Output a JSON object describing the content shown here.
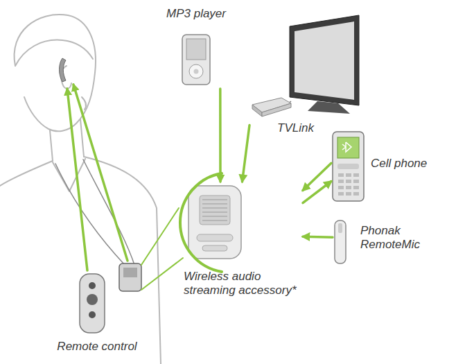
{
  "diagram": {
    "nodes": [
      {
        "text": [
          "MP3 player"
        ]
      },
      {
        "text": [
          "TVLink"
        ]
      },
      {
        "text": [
          "Cell phone"
        ]
      },
      {
        "text": [
          "Phonak RemoteMic"
        ]
      },
      {
        "text": [
          "Wireless audio streaming accessory*"
        ]
      },
      {
        "text": [
          "Remote control"
        ]
      }
    ],
    "edges": [
      {
        "from": 0,
        "to": 4,
        "arrow": "to"
      },
      {
        "from": 1,
        "to": 4,
        "arrow": "to"
      },
      {
        "from": 2,
        "to": 4,
        "arrow": "to"
      },
      {
        "from": 4,
        "to": 2,
        "arrow": "to"
      },
      {
        "from": 3,
        "to": 4,
        "arrow": "to"
      }
    ]
  }
}
